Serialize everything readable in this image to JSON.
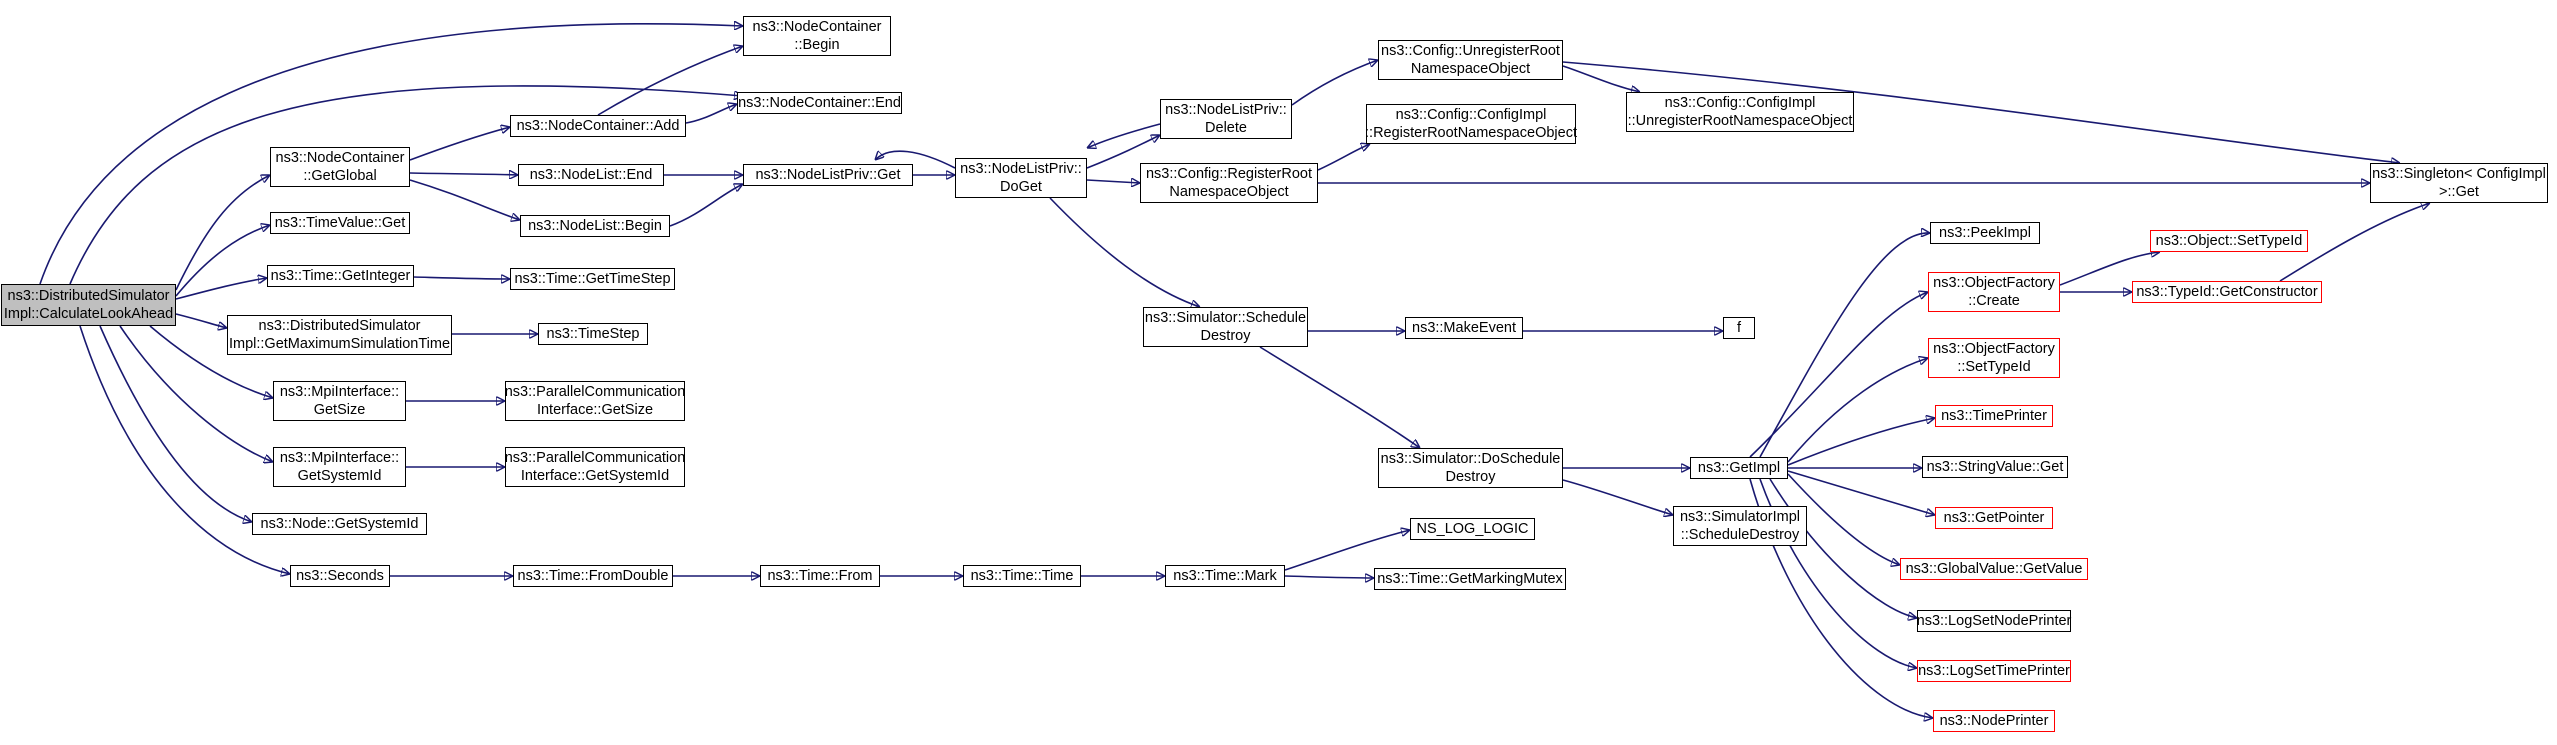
{
  "colors": {
    "edge": "#191970",
    "node_border": "#000000",
    "truncated_border": "#ff0000",
    "root_fill": "#bfbfbf"
  },
  "nodes": {
    "root": [
      "ns3::DistributedSimulator",
      "Impl::CalculateLookAhead"
    ],
    "nc_getglobal": [
      "ns3::NodeContainer",
      "::GetGlobal"
    ],
    "timevalue_get": [
      "ns3::TimeValue::Get"
    ],
    "time_getinteger": [
      "ns3::Time::GetInteger"
    ],
    "dsi_getmaxsimtime": [
      "ns3::DistributedSimulator",
      "Impl::GetMaximumSimulationTime"
    ],
    "mpi_getsize": [
      "ns3::MpiInterface::",
      "GetSize"
    ],
    "mpi_getsystemid": [
      "ns3::MpiInterface::",
      "GetSystemId"
    ],
    "node_getsystemid": [
      "ns3::Node::GetSystemId"
    ],
    "seconds": [
      "ns3::Seconds"
    ],
    "nc_begin": [
      "ns3::NodeContainer",
      "::Begin"
    ],
    "nc_add": [
      "ns3::NodeContainer::Add"
    ],
    "nc_end": [
      "ns3::NodeContainer::End"
    ],
    "nl_end": [
      "ns3::NodeList::End"
    ],
    "nl_begin": [
      "ns3::NodeList::Begin"
    ],
    "time_gettimestep": [
      "ns3::Time::GetTimeStep"
    ],
    "timestep": [
      "ns3::TimeStep"
    ],
    "pci_getsize": [
      "ns3::ParallelCommunication",
      "Interface::GetSize"
    ],
    "pci_getsystemid": [
      "ns3::ParallelCommunication",
      "Interface::GetSystemId"
    ],
    "time_fromdouble": [
      "ns3::Time::FromDouble"
    ],
    "nlp_get": [
      "ns3::NodeListPriv::Get"
    ],
    "time_from": [
      "ns3::Time::From"
    ],
    "nlp_doget": [
      "ns3::NodeListPriv::",
      "DoGet"
    ],
    "time_time": [
      "ns3::Time::Time"
    ],
    "nlp_delete": [
      "ns3::NodeListPriv::",
      "Delete"
    ],
    "cfg_registerroot": [
      "ns3::Config::RegisterRoot",
      "NamespaceObject"
    ],
    "sim_scheduledestroy": [
      "ns3::Simulator::Schedule",
      "Destroy"
    ],
    "time_mark": [
      "ns3::Time::Mark"
    ],
    "cfg_unregisterroot": [
      "ns3::Config::UnregisterRoot",
      "NamespaceObject"
    ],
    "cfgimpl_registerroot": [
      "ns3::Config::ConfigImpl",
      "::RegisterRootNamespaceObject"
    ],
    "makeevent": [
      "ns3::MakeEvent"
    ],
    "sim_doscheduledestroy": [
      "ns3::Simulator::DoSchedule",
      "Destroy"
    ],
    "ns_log_logic": [
      "NS_LOG_LOGIC"
    ],
    "time_getmarkingmutex": [
      "ns3::Time::GetMarkingMutex"
    ],
    "cfgimpl_unregisterroot": [
      "ns3::Config::ConfigImpl",
      "::UnregisterRootNamespaceObject"
    ],
    "f": [
      "f"
    ],
    "getimpl": [
      "ns3::GetImpl"
    ],
    "simimpl_scheduledestroy": [
      "ns3::SimulatorImpl",
      "::ScheduleDestroy"
    ],
    "peekimpl": [
      "ns3::PeekImpl"
    ],
    "of_create": [
      "ns3::ObjectFactory",
      "::Create"
    ],
    "of_settypeid": [
      "ns3::ObjectFactory",
      "::SetTypeId"
    ],
    "timeprinter": [
      "ns3::TimePrinter"
    ],
    "stringvalue_get": [
      "ns3::StringValue::Get"
    ],
    "getpointer": [
      "ns3::GetPointer"
    ],
    "globalvalue_getvalue": [
      "ns3::GlobalValue::GetValue"
    ],
    "logsetnodeprinter": [
      "ns3::LogSetNodePrinter"
    ],
    "logsettimeprinter": [
      "ns3::LogSetTimePrinter"
    ],
    "nodeprinter": [
      "ns3::NodePrinter"
    ],
    "object_settypeid": [
      "ns3::Object::SetTypeId"
    ],
    "typeid_getconstructor": [
      "ns3::TypeId::GetConstructor"
    ],
    "singleton_get": [
      "ns3::Singleton< ConfigImpl",
      " >::Get"
    ]
  }
}
